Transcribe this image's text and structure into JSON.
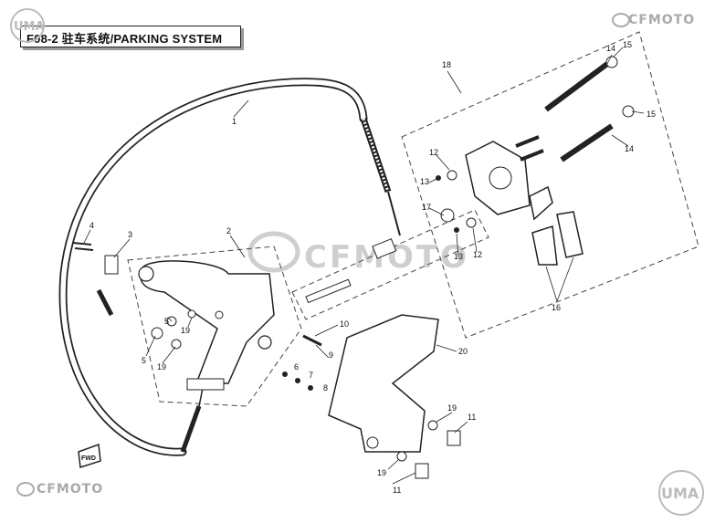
{
  "title": "F08-2 驻车系统/PARKING SYSTEM",
  "brand_top_right": "CFMOTO",
  "brand_bottom_left": "CFMOTO",
  "watermark": "CFMOTO",
  "logo_top_left": "UMA",
  "logo_bottom_right": "UMA",
  "fwd_label": "FWD",
  "callouts": [
    "1",
    "2",
    "3",
    "4",
    "5",
    "5",
    "6",
    "7",
    "8",
    "9",
    "10",
    "11",
    "11",
    "12",
    "12",
    "13",
    "13",
    "14",
    "14",
    "15",
    "15",
    "16",
    "17",
    "18",
    "19",
    "19",
    "19",
    "19",
    "20"
  ]
}
